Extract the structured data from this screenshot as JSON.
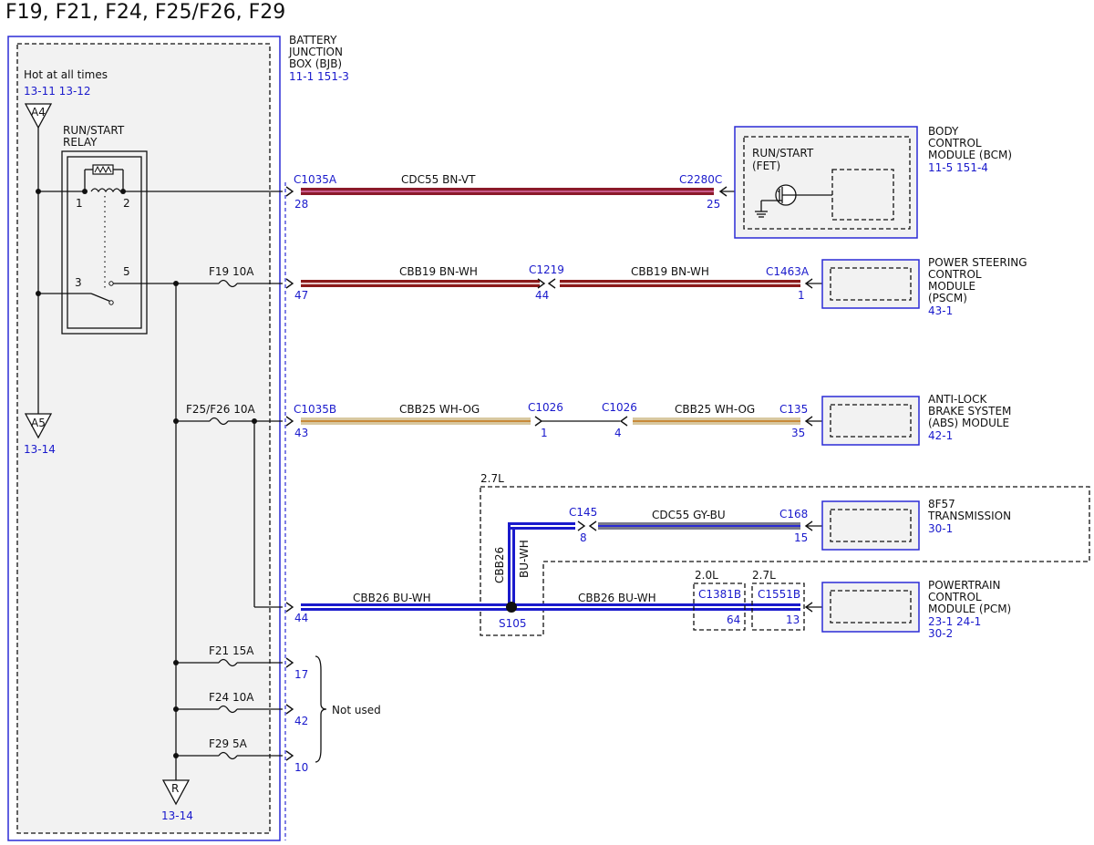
{
  "page_title": "F19, F21, F24, F25/F26, F29",
  "bjb": {
    "name_lines": [
      "BATTERY",
      "JUNCTION",
      "BOX (BJB)"
    ],
    "refs": "11-1   151-3",
    "hot_label": "Hot at all times",
    "hot_refs": "13-11 13-12",
    "conn_a4": "A4",
    "conn_a5": "A5",
    "conn_a5_ref": "13-14",
    "conn_r": "R",
    "conn_r_ref": "13-14",
    "relay_lines": [
      "RUN/START",
      "RELAY"
    ],
    "relay_pins": [
      "1",
      "2",
      "3",
      "5"
    ]
  },
  "fuses": {
    "f19": "F19  10A",
    "f25": "F25/F26  10A",
    "f21": "F21  15A",
    "f24": "F24  10A",
    "f29": "F29  5A"
  },
  "circuits": {
    "bcm": {
      "conn_left": "C1035A",
      "pin_left": "28",
      "wire": "CDC55  BN-VT",
      "conn_right": "C2280C",
      "pin_right": "25"
    },
    "pscm": {
      "pin_left": "47",
      "wire1": "CBB19  BN-WH",
      "conn_mid": "C1219",
      "pin_mid": "44",
      "wire2": "CBB19  BN-WH",
      "conn_right": "C1463A",
      "pin_right": "1"
    },
    "abs": {
      "conn_left": "C1035B",
      "pin_left": "43",
      "wire1": "CBB25  WH-OG",
      "conn_mid1": "C1026",
      "pin_mid1": "1",
      "conn_mid2": "C1026",
      "pin_mid2": "4",
      "wire2": "CBB25  WH-OG",
      "conn_right": "C135",
      "pin_right": "35"
    },
    "trans": {
      "engine": "2.7L",
      "conn_left": "C145",
      "pin_left": "8",
      "wire": "CDC55  GY-BU",
      "conn_right": "C168",
      "pin_right": "15",
      "vert_wire1": "CBB26",
      "vert_wire2": "BU-WH"
    },
    "pcm": {
      "pin_left": "44",
      "wire1": "CBB26  BU-WH",
      "splice": "S105",
      "wire2": "CBB26  BU-WH",
      "eng1": "2.0L",
      "conn1": "C1381B",
      "pin1": "64",
      "eng2": "2.7L",
      "conn2": "C1551B",
      "pin2": "13"
    },
    "unused": {
      "pins": [
        "17",
        "42",
        "10"
      ],
      "label": "Not used"
    }
  },
  "modules": {
    "bcm": {
      "lines": [
        "BODY",
        "CONTROL",
        "MODULE (BCM)"
      ],
      "refs": "11-5   151-4",
      "internal_lines": [
        "RUN/START",
        "(FET)"
      ]
    },
    "pscm": {
      "lines": [
        "POWER STEERING",
        "CONTROL",
        "MODULE",
        "(PSCM)"
      ],
      "refs": "43-1"
    },
    "abs": {
      "lines": [
        "ANTI-LOCK",
        "BRAKE SYSTEM",
        "(ABS) MODULE"
      ],
      "refs": "42-1"
    },
    "trans": {
      "lines": [
        "8F57",
        "TRANSMISSION"
      ],
      "refs": "30-1"
    },
    "pcm": {
      "lines": [
        "POWERTRAIN",
        "CONTROL",
        "MODULE (PCM)"
      ],
      "refs1": "23-1   24-1",
      "refs2": "30-2"
    }
  },
  "colors": {
    "bn_vt_main": "#8b1a2a",
    "bn_vt_stripe": "#c85a8a",
    "bn_wh_main": "#8b1a1a",
    "bn_wh_stripe": "#e8c8c8",
    "wh_og_main": "#d8c8a0",
    "wh_og_stripe": "#c88a3a",
    "gy_bu_main": "#7a7a8a",
    "gy_bu_stripe": "#2b2bd6",
    "bu_wh_main": "#1a1acc",
    "bu_wh_stripe": "#ffffff",
    "ref_blue": "#1a1acc",
    "box_blue": "#2b2bd6"
  },
  "icons": [
    "ground-icon",
    "fet-icon",
    "fuse-icon",
    "relay-coil-icon",
    "arrow-connector-icon"
  ]
}
